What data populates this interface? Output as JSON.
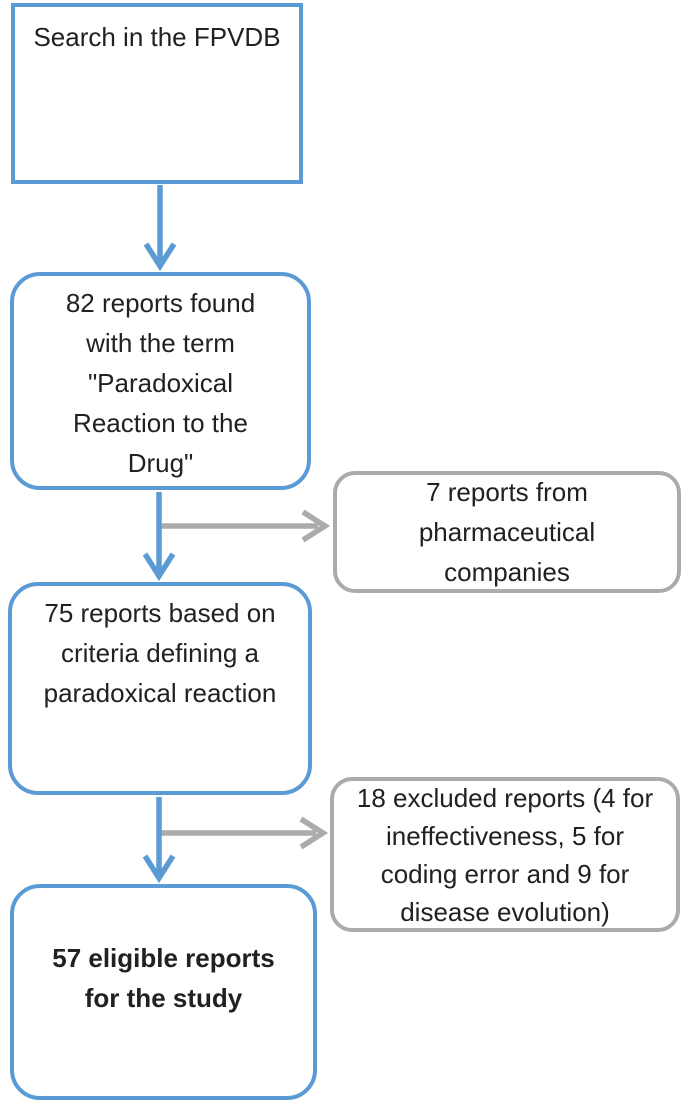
{
  "colors": {
    "primary_blue": "#5B9BD5",
    "neutral_gray": "#ABABAB",
    "text_color": "#212121",
    "background": "#FFFFFF"
  },
  "flowchart": {
    "type": "study-selection-flow",
    "nodes": [
      {
        "id": "search-fpvdb",
        "shape": "rectangle",
        "accent": "blue",
        "text": "Search in the FPVDB",
        "lines": [
          "Search in the FPVDB"
        ]
      },
      {
        "id": "reports-found",
        "shape": "rounded-rectangle",
        "accent": "blue",
        "text": "82 reports found with the term \"Paradoxical Reaction to the Drug\"",
        "lines": [
          "82 reports found",
          "with the term",
          "\"Paradoxical",
          "Reaction to the",
          "Drug\""
        ]
      },
      {
        "id": "pharma-company-reports",
        "shape": "rounded-rectangle",
        "accent": "gray",
        "text": "7 reports from pharmaceutical companies",
        "lines": [
          "7 reports from",
          "pharmaceutical",
          "companies"
        ]
      },
      {
        "id": "criteria-reports",
        "shape": "rounded-rectangle",
        "accent": "blue",
        "text": "75 reports based on criteria defining a paradoxical reaction",
        "lines": [
          "75 reports based on",
          "criteria defining a",
          "paradoxical reaction"
        ]
      },
      {
        "id": "excluded-reports",
        "shape": "rounded-rectangle",
        "accent": "gray",
        "text": "18 excluded reports (4 for ineffectiveness, 5 for coding error and 9 for disease evolution)",
        "lines": [
          "18 excluded reports (4 for",
          "ineffectiveness, 5 for",
          "coding error and 9 for",
          "disease evolution)"
        ]
      },
      {
        "id": "eligible-reports",
        "shape": "rounded-rectangle",
        "accent": "blue",
        "emphasis": "bold",
        "text": "57 eligible reports for the study",
        "lines": [
          "57 eligible reports",
          "for the study"
        ]
      }
    ],
    "connectors": [
      {
        "from": "search-fpvdb",
        "to": "reports-found",
        "direction": "down",
        "color": "blue"
      },
      {
        "from": "reports-found",
        "to": "pharma-company-reports",
        "direction": "right",
        "color": "gray"
      },
      {
        "from": "reports-found",
        "to": "criteria-reports",
        "direction": "down",
        "color": "blue"
      },
      {
        "from": "criteria-reports",
        "to": "excluded-reports",
        "direction": "right",
        "color": "gray"
      },
      {
        "from": "criteria-reports",
        "to": "eligible-reports",
        "direction": "down",
        "color": "blue"
      }
    ]
  }
}
